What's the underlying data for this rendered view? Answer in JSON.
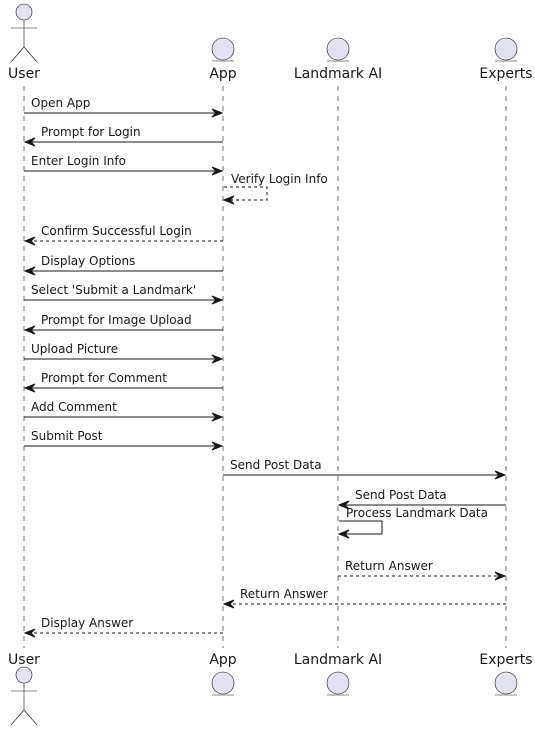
{
  "participants": [
    {
      "id": "user",
      "label": "User",
      "kind": "actor"
    },
    {
      "id": "app",
      "label": "App",
      "kind": "entity"
    },
    {
      "id": "landmark_ai",
      "label": "Landmark AI",
      "kind": "entity"
    },
    {
      "id": "experts",
      "label": "Experts",
      "kind": "entity"
    }
  ],
  "messages": [
    {
      "from": "user",
      "to": "app",
      "label": "Open App",
      "style": "solid"
    },
    {
      "from": "app",
      "to": "user",
      "label": "Prompt for Login",
      "style": "solid"
    },
    {
      "from": "user",
      "to": "app",
      "label": "Enter Login Info",
      "style": "solid"
    },
    {
      "from": "app",
      "to": "app",
      "label": "Verify Login Info",
      "style": "dashed"
    },
    {
      "from": "app",
      "to": "user",
      "label": "Confirm Successful Login",
      "style": "dashed"
    },
    {
      "from": "app",
      "to": "user",
      "label": "Display Options",
      "style": "solid"
    },
    {
      "from": "user",
      "to": "app",
      "label": "Select 'Submit a Landmark'",
      "style": "solid"
    },
    {
      "from": "app",
      "to": "user",
      "label": "Prompt for Image Upload",
      "style": "solid"
    },
    {
      "from": "user",
      "to": "app",
      "label": "Upload Picture",
      "style": "solid"
    },
    {
      "from": "app",
      "to": "user",
      "label": "Prompt for Comment",
      "style": "solid"
    },
    {
      "from": "user",
      "to": "app",
      "label": "Add Comment",
      "style": "solid"
    },
    {
      "from": "user",
      "to": "app",
      "label": "Submit Post",
      "style": "solid"
    },
    {
      "from": "app",
      "to": "experts",
      "label": "Send Post Data",
      "style": "solid"
    },
    {
      "from": "experts",
      "to": "landmark_ai",
      "label": "Send Post Data",
      "style": "solid"
    },
    {
      "from": "landmark_ai",
      "to": "landmark_ai",
      "label": "Process Landmark Data",
      "style": "solid"
    },
    {
      "from": "landmark_ai",
      "to": "experts",
      "label": "Return Answer",
      "style": "dashed"
    },
    {
      "from": "experts",
      "to": "app",
      "label": "Return Answer",
      "style": "dashed"
    },
    {
      "from": "app",
      "to": "user",
      "label": "Display Answer",
      "style": "dashed"
    }
  ],
  "colors": {
    "participant_fill": "#E2E2F0",
    "line": "#181818",
    "background": "#FFFFFF"
  }
}
